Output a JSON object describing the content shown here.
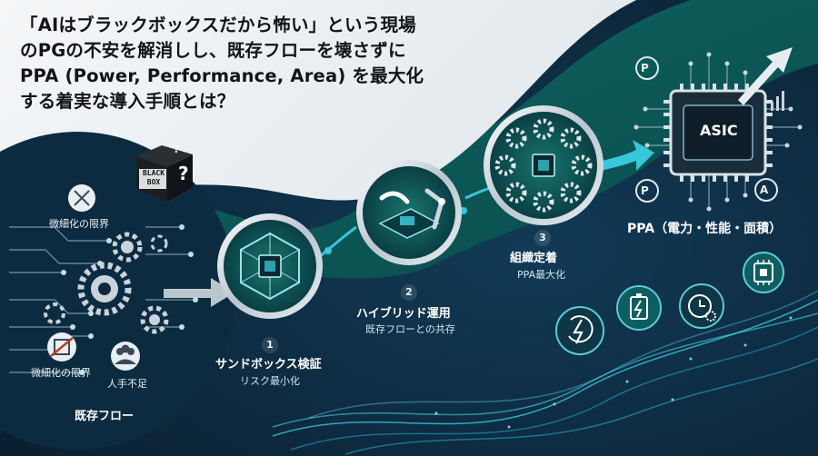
{
  "headline": {
    "line1": "「AIはブラックボックスだから怖い」という現場",
    "line2": "のPGの不安を解消しし、既存フローを壊さずに",
    "line3": "PPA (Power, Performance, Area) を最大化",
    "line4": "する着実な導入手順とは？"
  },
  "current_flow": {
    "title": "既存フロー",
    "black_box_label_1": "BLACK",
    "black_box_label_2": "BOX",
    "issue_top": "微細化の限界",
    "issue_bottom": "微細化の限界",
    "issue_staff": "人手不足"
  },
  "steps": [
    {
      "number": "1",
      "title": "サンドボックス検証",
      "subtitle": "リスク最小化"
    },
    {
      "number": "2",
      "title": "ハイブリッド運用",
      "subtitle": "既存フローとの共存"
    },
    {
      "number": "3",
      "title": "組織定着",
      "subtitle": "PPA最大化"
    }
  ],
  "goal": {
    "chip_label": "ASIC",
    "caption": "PPA（電力・性能・面積）",
    "badge_p1": "P",
    "badge_p2": "P",
    "badge_a": "A"
  },
  "colors": {
    "navy": "#0b2233",
    "teal": "#0d5f5a",
    "cyan": "#3fd3e0",
    "light": "#eef2f4"
  },
  "icons": [
    "black-box-icon",
    "gear-icon",
    "chip-icon",
    "robot-arm-icon",
    "people-icon",
    "battery-icon",
    "clock-icon",
    "power-cycle-icon",
    "arrow-up-icon"
  ]
}
